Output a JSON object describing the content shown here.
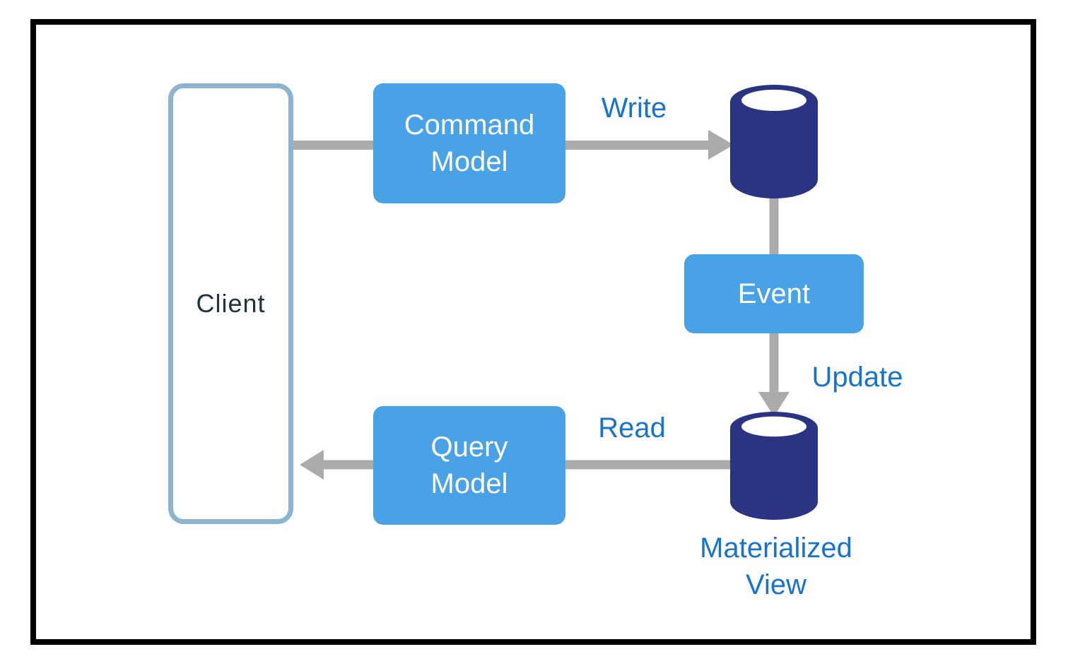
{
  "diagram": {
    "type": "architecture-flow-diagram",
    "pattern": "CQRS with materialized view"
  },
  "nodes": {
    "client": {
      "label": "Client"
    },
    "command_model": {
      "label": "Command\nModel"
    },
    "event": {
      "label": "Event"
    },
    "query_model": {
      "label": "Query\nModel"
    }
  },
  "stores": {
    "write_store": {
      "icon": "database-cylinder-icon"
    },
    "materialized_view_store": {
      "icon": "database-cylinder-icon",
      "label": "Materialized\nView"
    }
  },
  "edges": {
    "client_to_command": {
      "label": ""
    },
    "write": {
      "label": "Write"
    },
    "store_to_event": {
      "label": ""
    },
    "update": {
      "label": "Update"
    },
    "read": {
      "label": "Read"
    }
  },
  "colors": {
    "node_fill": "#48A2E5",
    "node_text": "#FFFFFF",
    "cylinder_fill": "#2B3383",
    "cylinder_opening": "#FFFFFF",
    "edge_label_text": "#1673CE",
    "arrow_gray": "#ABABAB",
    "client_border": "#8CB4CE",
    "client_text": "#20323E",
    "frame_border": "#000000",
    "background": "#FFFFFF"
  }
}
